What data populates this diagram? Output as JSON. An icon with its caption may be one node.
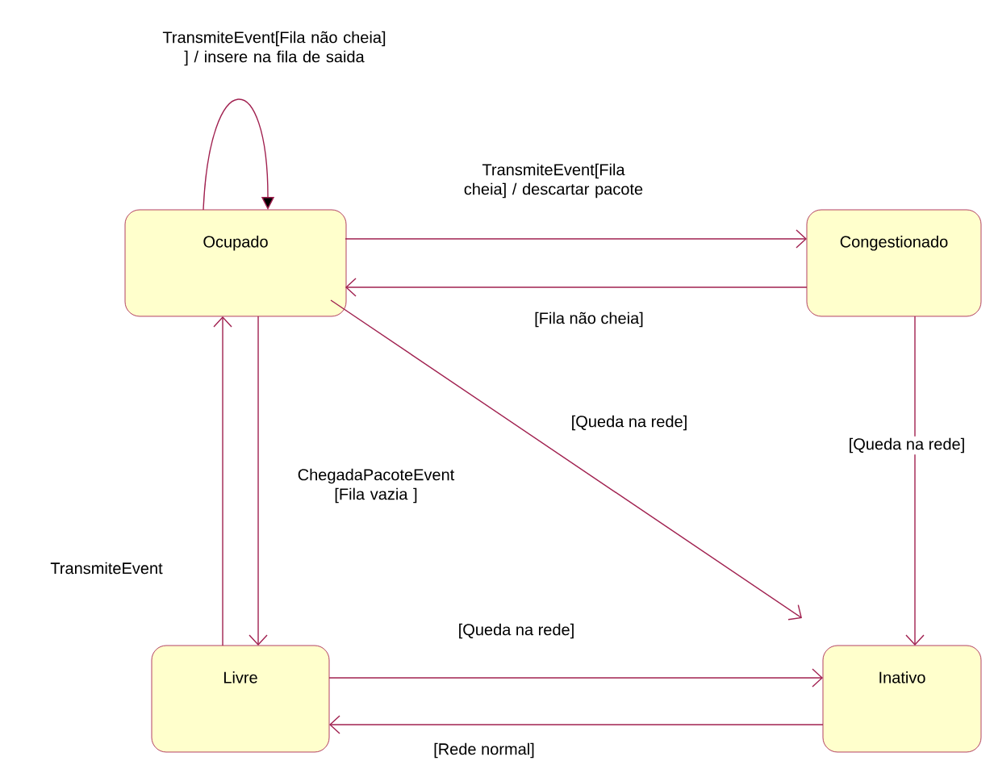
{
  "diagram": {
    "nodes": [
      {
        "text": [
          "Ocupado"
        ]
      },
      {
        "text": [
          "Congestionado"
        ]
      },
      {
        "text": [
          "Livre"
        ]
      },
      {
        "text": [
          "Inativo"
        ]
      }
    ],
    "edges": [
      {
        "from": 0,
        "to": 0,
        "arrow": "to",
        "label": "TransmiteEvent[Fila não cheia] ] / insere na fila de saida"
      },
      {
        "from": 0,
        "to": 1,
        "arrow": "to",
        "label": "TransmiteEvent[Fila cheia] / descartar pacote"
      },
      {
        "from": 1,
        "to": 0,
        "arrow": "to",
        "label": "[Fila não cheia]"
      },
      {
        "from": 0,
        "to": 3,
        "arrow": "to",
        "label": "[Queda na rede]"
      },
      {
        "from": 1,
        "to": 3,
        "arrow": "to",
        "label": "[Queda na rede]"
      },
      {
        "from": 0,
        "to": 2,
        "arrow": "to",
        "label": "ChegadaPacoteEvent [Fila vazia ]"
      },
      {
        "from": 2,
        "to": 0,
        "arrow": "to",
        "label": "TransmiteEvent"
      },
      {
        "from": 2,
        "to": 3,
        "arrow": "to",
        "label": "[Queda na rede]"
      },
      {
        "from": 3,
        "to": 2,
        "arrow": "to",
        "label": "[Rede normal]"
      }
    ]
  }
}
